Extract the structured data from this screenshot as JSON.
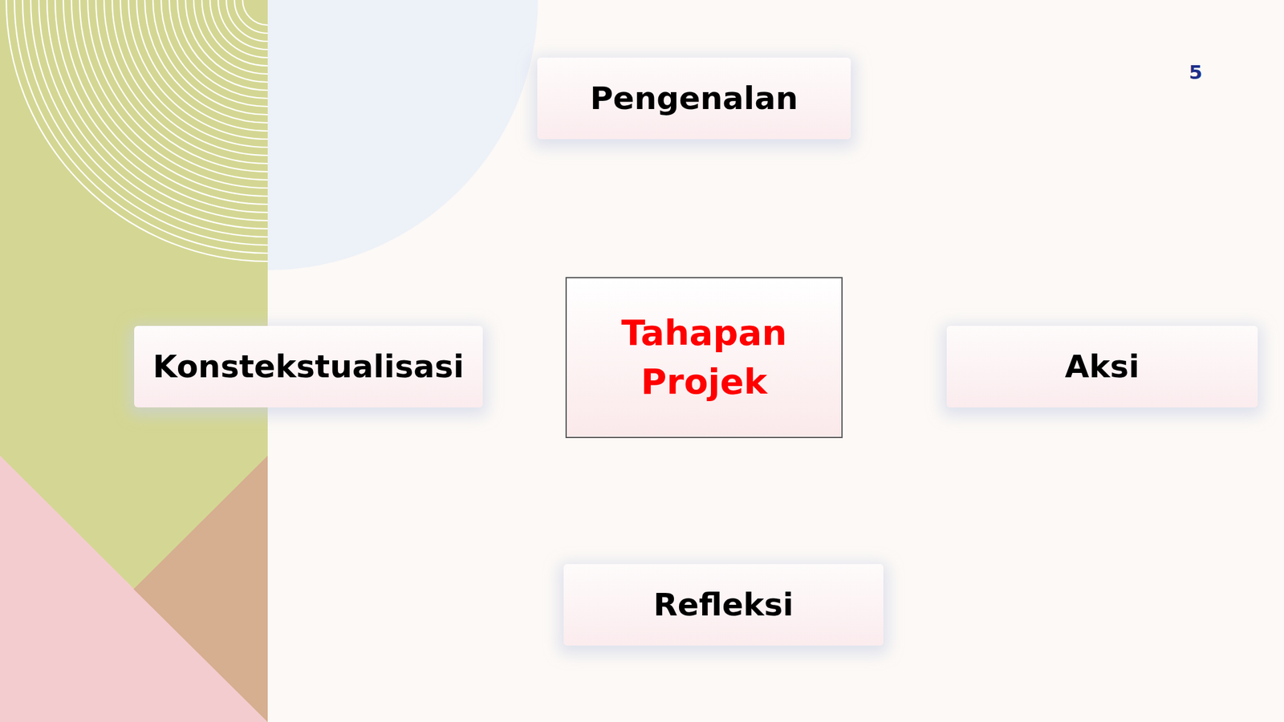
{
  "diagram": {
    "nodes": [
      {
        "text": [
          "Pengenalan"
        ]
      },
      {
        "text": [
          "Konstekstualisasi"
        ]
      },
      {
        "text": [
          "Tahapan Projek"
        ]
      },
      {
        "text": [
          "Aksi"
        ]
      },
      {
        "text": [
          "Refleksi"
        ]
      }
    ],
    "labels": [
      "5"
    ]
  }
}
